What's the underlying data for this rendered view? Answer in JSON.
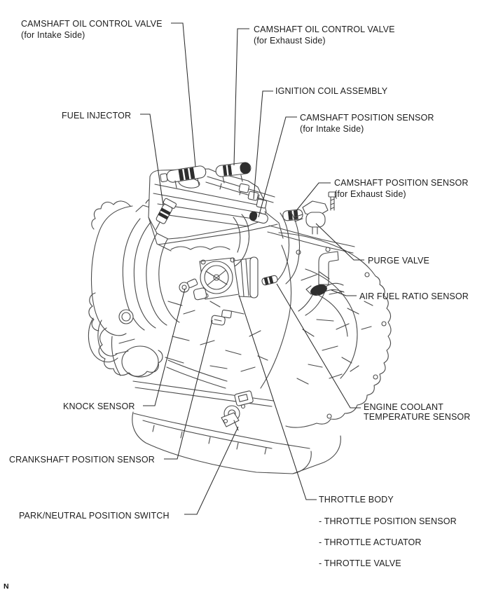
{
  "figure": {
    "type": "engine-component-location-diagram",
    "colors": {
      "background": "#ffffff",
      "line_art": "#4a4a4a",
      "leader": "#2c2c2c",
      "text": "#1d1d1d"
    },
    "marker": "N"
  },
  "labels": {
    "cocv_intake": {
      "line1": "CAMSHAFT OIL CONTROL VALVE",
      "line2": "(for Intake Side)"
    },
    "cocv_exhaust": {
      "line1": "CAMSHAFT OIL CONTROL VALVE",
      "line2": "(for Exhaust Side)"
    },
    "ignition_coil": {
      "line1": "IGNITION COIL ASSEMBLY"
    },
    "fuel_injector": {
      "line1": "FUEL INJECTOR"
    },
    "cps_intake": {
      "line1": "CAMSHAFT POSITION SENSOR",
      "line2": "(for Intake Side)"
    },
    "cps_exhaust": {
      "line1": "CAMSHAFT POSITION SENSOR",
      "line2": "(for Exhaust Side)"
    },
    "purge_valve": {
      "line1": "PURGE VALVE"
    },
    "afr_sensor": {
      "line1": "AIR FUEL RATIO SENSOR"
    },
    "knock_sensor": {
      "line1": "KNOCK SENSOR"
    },
    "ect_sensor": {
      "line1": "ENGINE COOLANT",
      "line2": "TEMPERATURE SENSOR"
    },
    "crank_sensor": {
      "line1": "CRANKSHAFT POSITION SENSOR"
    },
    "pn_switch": {
      "line1": "PARK/NEUTRAL POSITION SWITCH"
    },
    "throttle_body": {
      "line1": "THROTTLE BODY"
    },
    "throttle_sub1": {
      "line1": "- THROTTLE POSITION SENSOR"
    },
    "throttle_sub2": {
      "line1": "- THROTTLE ACTUATOR"
    },
    "throttle_sub3": {
      "line1": "- THROTTLE VALVE"
    }
  }
}
